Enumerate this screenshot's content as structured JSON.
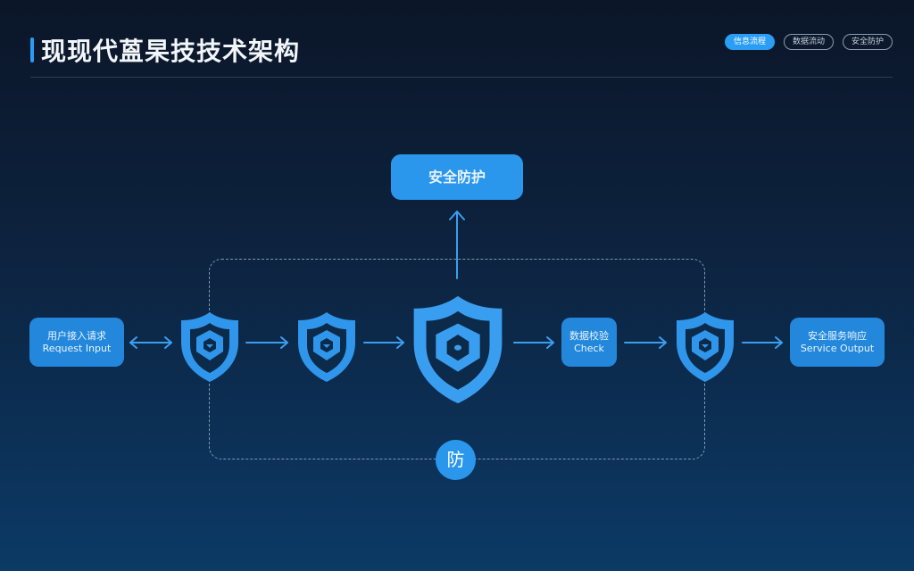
{
  "header": {
    "title": "现现代蒕杲技技术架构",
    "pills": [
      {
        "label": "信息流程",
        "active": true
      },
      {
        "label": "数据流动",
        "active": false
      },
      {
        "label": "安全防护",
        "active": false
      }
    ]
  },
  "diagram": {
    "top_node": {
      "label": "安全防护"
    },
    "left_node": {
      "line1": "用户接入请求",
      "line2": "Request Input"
    },
    "mid_node": {
      "line1": "数据校验",
      "line2": "Check"
    },
    "right_node": {
      "line1": "安全服务响应",
      "line2": "Service Output"
    },
    "center_badge": {
      "label": "防"
    },
    "shields": [
      {
        "id": "shield-1",
        "size": "small"
      },
      {
        "id": "shield-2",
        "size": "small"
      },
      {
        "id": "shield-core",
        "size": "large"
      },
      {
        "id": "shield-4",
        "size": "small"
      }
    ],
    "colors": {
      "accent": "#2a97ec",
      "node_fill": "#2388dc",
      "shield": "#2f96ec",
      "dashed_frame": "#7d98b4",
      "background_top": "#0b1628",
      "background_bottom": "#0b3a66"
    }
  }
}
